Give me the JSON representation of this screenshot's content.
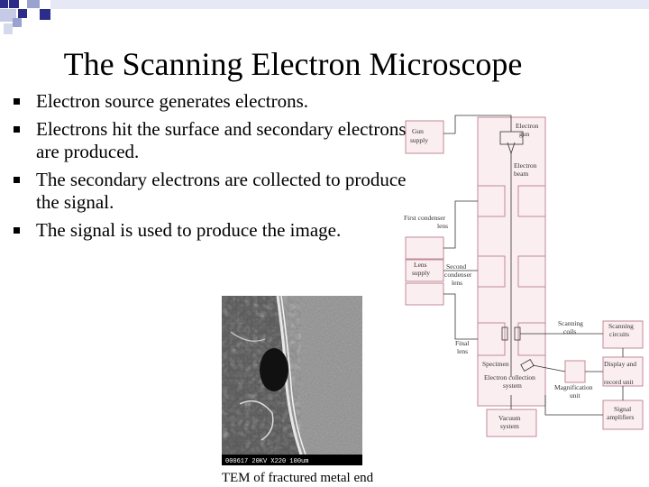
{
  "slide": {
    "title": "The Scanning Electron Microscope",
    "bullets": [
      "Electron source generates electrons.",
      "Electrons hit the surface and secondary electrons are produced.",
      "The secondary electrons are collected to produce the signal.",
      "The signal is used to produce the image."
    ],
    "caption": "TEM of fractured metal end",
    "image_overlay_text": "000617  20KV  X220  100um"
  },
  "diagram": {
    "labels": {
      "gun_supply": [
        "Gun",
        "supply"
      ],
      "electron_gun": [
        "Electron",
        "gun"
      ],
      "electron_beam": [
        "Electron",
        "beam"
      ],
      "first_condenser": [
        "First condenser",
        "lens"
      ],
      "lens_supply": [
        "Lens",
        "supply"
      ],
      "second_condenser": [
        "Second",
        "condenser",
        "lens"
      ],
      "scanning_coils": [
        "Scanning",
        "coils"
      ],
      "scanning_circuits": [
        "Scanning",
        "circuits"
      ],
      "final_lens": [
        "Final",
        "lens"
      ],
      "display_record": [
        "Display and",
        "record unit"
      ],
      "specimen": [
        "Specimen"
      ],
      "electron_collection": [
        "Electron collection",
        "system"
      ],
      "magnification_unit": [
        "Magnification",
        "unit"
      ],
      "signal_amplifiers": [
        "Signal",
        "amplifiers"
      ],
      "vacuum_system": [
        "Vacuum",
        "system"
      ]
    }
  },
  "colors": {
    "box_fill": "#fbeef1",
    "box_stroke": "#c08a98",
    "line": "#333333",
    "decoration": [
      "#2c2c8a",
      "#9aa3cf",
      "#d5d9ee"
    ]
  }
}
